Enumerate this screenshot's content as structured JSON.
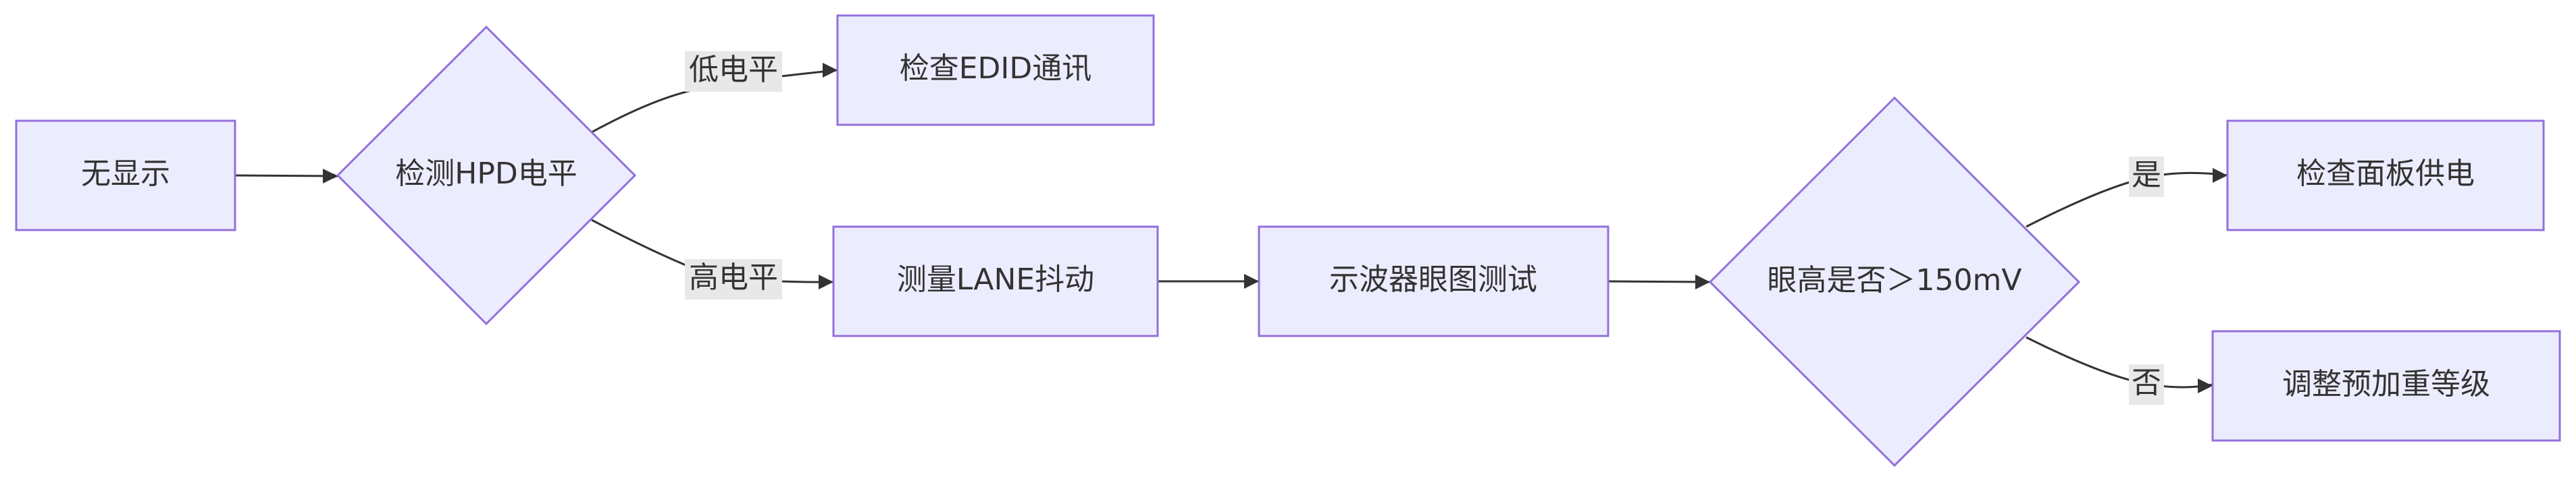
{
  "diagram": {
    "nodes": {
      "no_display": "无显示",
      "check_hpd": "检测HPD电平",
      "check_edid": "检查EDID通讯",
      "measure_lane": "测量LANE抖动",
      "scope_eye": "示波器眼图测试",
      "eye_height": "眼高是否＞150mV",
      "check_panel": "检查面板供电",
      "adjust_preemphasis": "调整预加重等级"
    },
    "edges": {
      "low_level": "低电平",
      "high_level": "高电平",
      "yes": "是",
      "no": "否"
    }
  },
  "colors": {
    "node_fill": "#ECECFF",
    "node_stroke": "#9370DB",
    "edge": "#333333",
    "edge_label_bg": "#E8E8E8",
    "text": "#333333"
  }
}
